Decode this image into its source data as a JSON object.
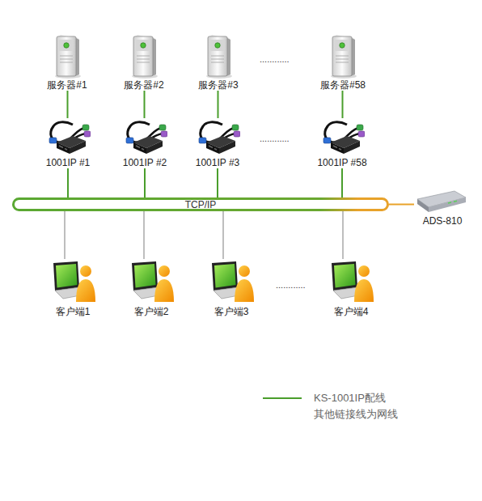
{
  "diagram": {
    "nodes": [
      {
        "text": [
          "服务器#1"
        ]
      },
      {
        "text": [
          "服务器#2"
        ]
      },
      {
        "text": [
          "服务器#3"
        ]
      },
      {
        "text": [
          "服务器#58"
        ]
      },
      {
        "text": [
          "1001IP #1"
        ]
      },
      {
        "text": [
          "1001IP #2"
        ]
      },
      {
        "text": [
          "1001IP #3"
        ]
      },
      {
        "text": [
          "1001IP #58"
        ]
      },
      {
        "text": [
          "TCP/IP"
        ]
      },
      {
        "text": [
          "ADS-810"
        ]
      },
      {
        "text": [
          "客户端1"
        ]
      },
      {
        "text": [
          "客户端2"
        ]
      },
      {
        "text": [
          "客户端3"
        ]
      },
      {
        "text": [
          "客户端4"
        ]
      }
    ],
    "edges": [
      {
        "from": 0,
        "to": 4,
        "arrow": "none"
      },
      {
        "from": 1,
        "to": 5,
        "arrow": "none"
      },
      {
        "from": 2,
        "to": 6,
        "arrow": "none"
      },
      {
        "from": 3,
        "to": 7,
        "arrow": "none"
      },
      {
        "from": 4,
        "to": 8,
        "arrow": "none"
      },
      {
        "from": 5,
        "to": 8,
        "arrow": "none"
      },
      {
        "from": 6,
        "to": 8,
        "arrow": "none"
      },
      {
        "from": 7,
        "to": 8,
        "arrow": "none"
      },
      {
        "from": 8,
        "to": 9,
        "arrow": "none"
      },
      {
        "from": 8,
        "to": 10,
        "arrow": "none"
      },
      {
        "from": 8,
        "to": 11,
        "arrow": "none"
      },
      {
        "from": 8,
        "to": 12,
        "arrow": "none"
      },
      {
        "from": 8,
        "to": 13,
        "arrow": "none"
      }
    ],
    "labels": [
      "............",
      "............",
      "............"
    ],
    "legend": [
      {
        "text": "KS-1001IP配线"
      },
      {
        "text": "其他链接线为网线"
      }
    ]
  }
}
